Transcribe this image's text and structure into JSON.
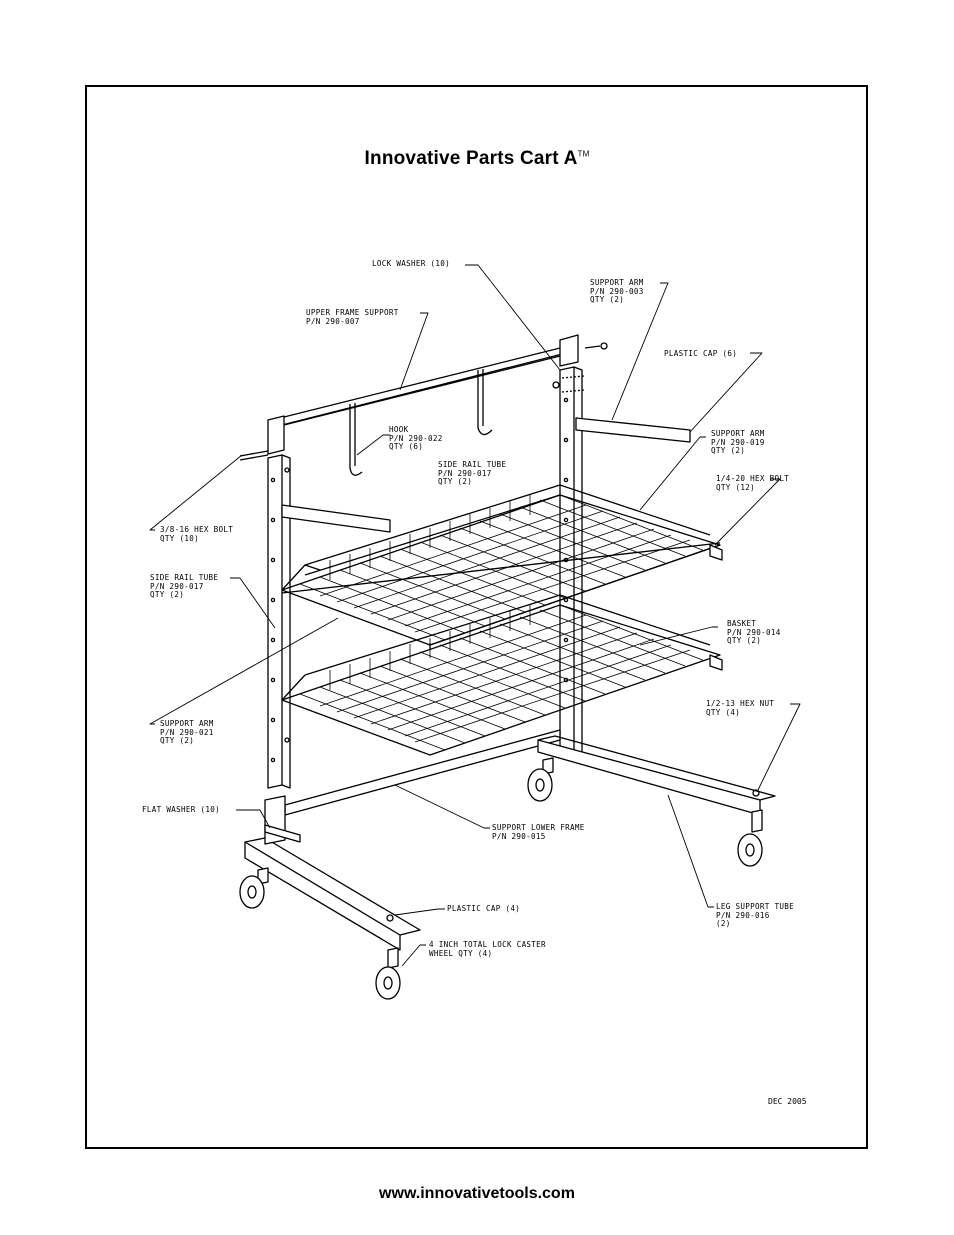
{
  "title": {
    "main": "Innovative Parts Cart A",
    "tm": "TM"
  },
  "labels": {
    "lock_washer": [
      "LOCK WASHER (10)"
    ],
    "support_arm_003": [
      "SUPPORT ARM",
      "P/N 290-003",
      "QTY (2)"
    ],
    "upper_frame": [
      "UPPER FRAME SUPPORT",
      "P/N 290-007"
    ],
    "plastic_cap_6": [
      "PLASTIC CAP (6)"
    ],
    "support_arm_019": [
      "SUPPORT ARM",
      "P/N 290-019",
      "QTY (2)"
    ],
    "hook": [
      "HOOK",
      "P/N 290-022",
      "QTY (6)"
    ],
    "side_rail_tube_top": [
      "SIDE RAIL TUBE",
      "P/N 290-017",
      "QTY (2)"
    ],
    "hex_bolt_14": [
      "1/4-20 HEX BOLT",
      "QTY (12)"
    ],
    "hex_bolt_38": [
      "3/8-16 HEX BOLT",
      "QTY (10)"
    ],
    "side_rail_tube_left": [
      "SIDE RAIL TUBE",
      "P/N 290-017",
      "QTY (2)"
    ],
    "basket": [
      "BASKET",
      "P/N 290-014",
      "QTY (2)"
    ],
    "hex_nut": [
      "1/2-13 HEX NUT",
      "QTY (4)"
    ],
    "support_arm_021": [
      "SUPPORT ARM",
      "P/N 290-021",
      "QTY (2)"
    ],
    "flat_washer": [
      "FLAT WASHER (10)"
    ],
    "support_lower": [
      "SUPPORT LOWER FRAME",
      "P/N 290-015"
    ],
    "leg_support": [
      "LEG SUPPORT TUBE",
      "P/N 290-016",
      "(2)"
    ],
    "plastic_cap_4": [
      "PLASTIC CAP (4)"
    ],
    "caster": [
      "4 INCH TOTAL LOCK CASTER",
      "WHEEL  QTY (4)"
    ]
  },
  "date": "DEC 2005",
  "footer_url": "www.innovativetools.com"
}
